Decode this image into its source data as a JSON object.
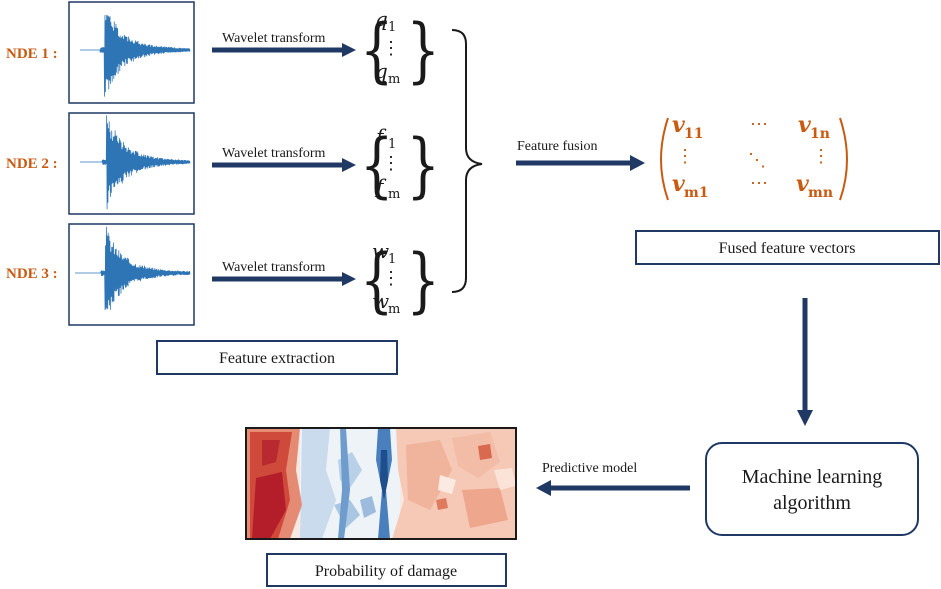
{
  "inputs": [
    {
      "label": "NDE 1 :",
      "transform_label": "Wavelet transform",
      "symbol": "q",
      "sub_first": "1",
      "sub_last": "m"
    },
    {
      "label": "NDE 2 :",
      "transform_label": "Wavelet transform",
      "symbol": "f",
      "sub_first": "1",
      "sub_last": "m"
    },
    {
      "label": "NDE 3 :",
      "transform_label": "Wavelet transform",
      "symbol": "w",
      "sub_first": "1",
      "sub_last": "m"
    }
  ],
  "feature_extraction_label": "Feature extraction",
  "fusion_label": "Feature fusion",
  "matrix": {
    "symbol": "v",
    "top_left_sub": "11",
    "top_right_sub": "1n",
    "bottom_left_sub": "m1",
    "bottom_right_sub": "mn"
  },
  "fused_label": "Fused feature vectors",
  "ml_label_line1": "Machine learning",
  "ml_label_line2": "algorithm",
  "predictive_label": "Predictive model",
  "damage_label": "Probability of damage",
  "colors": {
    "arrow": "#1f3864",
    "accent": "#c85a12",
    "signal": "#2e75b6"
  }
}
